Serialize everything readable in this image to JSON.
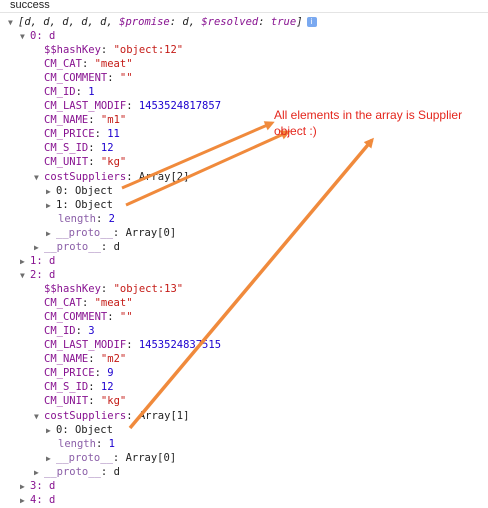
{
  "header": {
    "text": "success"
  },
  "root_summary": {
    "prefix": "[d, d, d, d, d, ",
    "promise_key": "$promise",
    "promise_val": ": d, ",
    "resolved_key": "$resolved",
    "resolved_sep": ": ",
    "resolved_val": "true",
    "suffix": "]",
    "info_glyph": "i"
  },
  "items": [
    {
      "label": "0: d",
      "fields": [
        {
          "key": "$$hashKey",
          "value": "\"object:12\"",
          "kind": "str"
        },
        {
          "key": "CM_CAT",
          "value": "\"meat\"",
          "kind": "str"
        },
        {
          "key": "CM_COMMENT",
          "value": "\"\"",
          "kind": "str"
        },
        {
          "key": "CM_ID",
          "value": "1",
          "kind": "num"
        },
        {
          "key": "CM_LAST_MODIF",
          "value": "1453524817857",
          "kind": "num"
        },
        {
          "key": "CM_NAME",
          "value": "\"m1\"",
          "kind": "str"
        },
        {
          "key": "CM_PRICE",
          "value": "11",
          "kind": "num"
        },
        {
          "key": "CM_S_ID",
          "value": "12",
          "kind": "num"
        },
        {
          "key": "CM_UNIT",
          "value": "\"kg\"",
          "kind": "str"
        }
      ],
      "costSuppliers": {
        "key": "costSuppliers",
        "summary": "Array[2]",
        "children": [
          "0: Object",
          "1: Object"
        ],
        "length_key": "length",
        "length_val": "2",
        "proto_key": "__proto__",
        "proto_val": "Array[0]"
      },
      "proto_key": "__proto__",
      "proto_val": "d"
    },
    {
      "label": "2: d",
      "fields": [
        {
          "key": "$$hashKey",
          "value": "\"object:13\"",
          "kind": "str"
        },
        {
          "key": "CM_CAT",
          "value": "\"meat\"",
          "kind": "str"
        },
        {
          "key": "CM_COMMENT",
          "value": "\"\"",
          "kind": "str"
        },
        {
          "key": "CM_ID",
          "value": "3",
          "kind": "num"
        },
        {
          "key": "CM_LAST_MODIF",
          "value": "1453524837515",
          "kind": "num"
        },
        {
          "key": "CM_NAME",
          "value": "\"m2\"",
          "kind": "str"
        },
        {
          "key": "CM_PRICE",
          "value": "9",
          "kind": "num"
        },
        {
          "key": "CM_S_ID",
          "value": "12",
          "kind": "num"
        },
        {
          "key": "CM_UNIT",
          "value": "\"kg\"",
          "kind": "str"
        }
      ],
      "costSuppliers": {
        "key": "costSuppliers",
        "summary": "Array[1]",
        "children": [
          "0: Object"
        ],
        "length_key": "length",
        "length_val": "1",
        "proto_key": "__proto__",
        "proto_val": "Array[0]"
      },
      "proto_key": "__proto__",
      "proto_val": "d"
    }
  ],
  "collapsed_items": [
    "1: d",
    "3: d",
    "4: d"
  ],
  "annotation": {
    "text": "All elements in the array is Supplier object :)",
    "color": "#e4261d"
  },
  "arrow_color": "#f08a3c",
  "icons": {
    "expanded": "triangle-down-icon",
    "collapsed": "triangle-right-icon",
    "info": "info-icon"
  }
}
